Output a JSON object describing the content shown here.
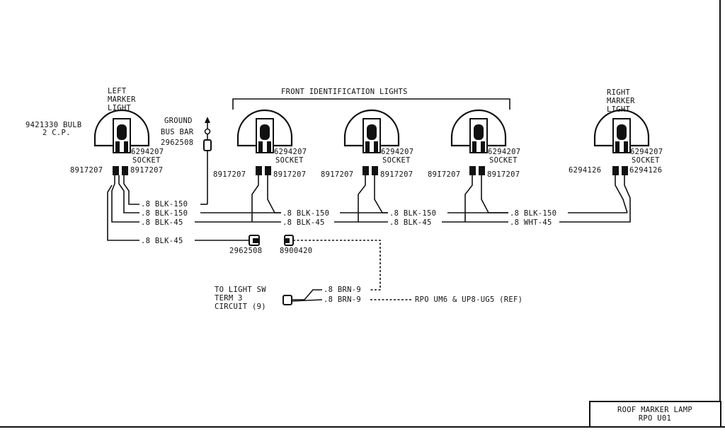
{
  "left_light": {
    "title": [
      "LEFT",
      "MARKER",
      "LIGHT"
    ],
    "bulb": "9421330 BULB",
    "cp": "2 C.P.",
    "socket_pn": "6294207",
    "socket_label": "SOCKET",
    "term_left": "8917207",
    "term_right": "8917207"
  },
  "ground": {
    "label": "GROUND",
    "bus": "BUS BAR",
    "pn": "2962508"
  },
  "front_group": {
    "title": "FRONT IDENTIFICATION LIGHTS"
  },
  "front_lights": [
    {
      "socket_pn": "6294207",
      "socket_label": "SOCKET",
      "term_left": "8917207",
      "term_right": "8917207"
    },
    {
      "socket_pn": "6294207",
      "socket_label": "SOCKET",
      "term_left": "8917207",
      "term_right": "8917207"
    },
    {
      "socket_pn": "6294207",
      "socket_label": "SOCKET",
      "term_left": "89I7207",
      "term_right": "8917207"
    }
  ],
  "right_light": {
    "title": [
      "RIGHT",
      "MARKER",
      "LIGHT"
    ],
    "socket_pn": "6294207",
    "socket_label": "SOCKET",
    "term_left": "6294126",
    "term_right": "6294126"
  },
  "wires": {
    "w1": ".8 BLK-150",
    "w2": ".8 BLK-150",
    "w3": ".8 BLK-45",
    "w4": ".8 BLK-150",
    "w5": ".8 BLK-45",
    "w6": ".8 BLK-150",
    "w7": ".8 BLK-45",
    "w8": ".8 BLK-150",
    "w9": ".8 WHT-45",
    "w10": ".8 BLK-45",
    "brn1": ".8 BRN-9",
    "brn2": ".8 BRN-9"
  },
  "connectors": {
    "c1": "2962508",
    "c2": "8900420"
  },
  "light_switch": [
    "TO LIGHT SW",
    "TERM 3",
    "CIRCUIT (9)"
  ],
  "reference": "RPO UM6 & UP8-UG5 (REF)",
  "title_block": [
    "ROOF MARKER LAMP",
    "RPO U01"
  ]
}
